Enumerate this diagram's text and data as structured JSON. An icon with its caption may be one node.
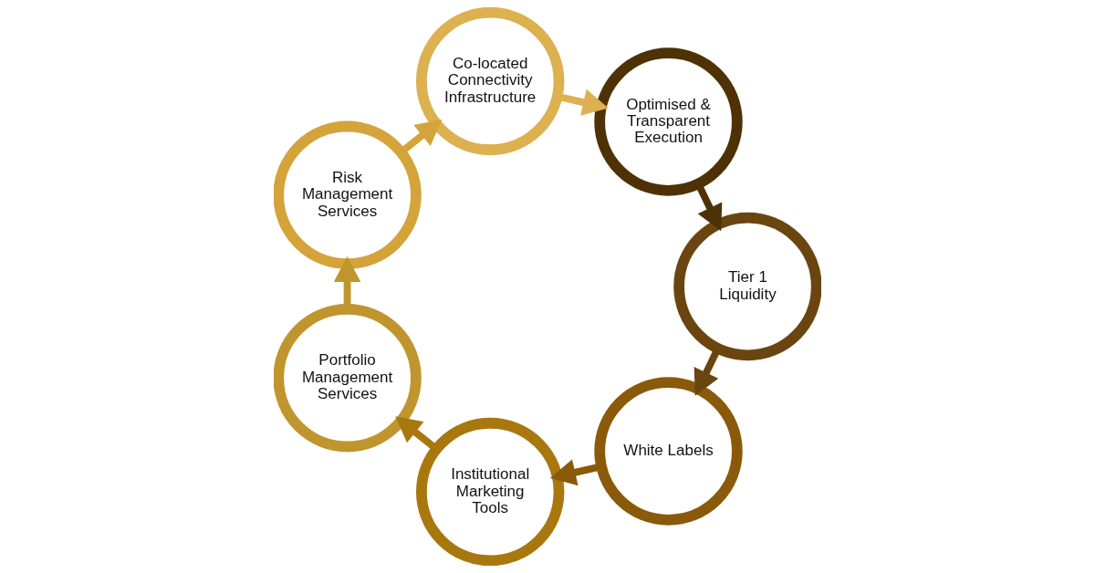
{
  "diagram": {
    "nodes": [
      {
        "text": [
          "White Labels"
        ]
      },
      {
        "text": [
          "Institutional Marketing Tools"
        ]
      },
      {
        "text": [
          "Portfolio Management Services"
        ]
      },
      {
        "text": [
          "Risk Management Services"
        ]
      },
      {
        "text": [
          "Co-located Connectivity Infrastructure"
        ]
      },
      {
        "text": [
          "Optimised & Transparent Execution"
        ]
      },
      {
        "text": [
          "Tier 1 Liquidity"
        ]
      }
    ],
    "edges": [
      {
        "from": 0,
        "to": 1,
        "arrow": "to"
      },
      {
        "from": 1,
        "to": 2,
        "arrow": "to"
      },
      {
        "from": 2,
        "to": 3,
        "arrow": "to"
      },
      {
        "from": 3,
        "to": 4,
        "arrow": "to"
      },
      {
        "from": 4,
        "to": 5,
        "arrow": "to"
      },
      {
        "from": 5,
        "to": 6,
        "arrow": "to"
      },
      {
        "from": 6,
        "to": 0,
        "arrow": "to"
      }
    ]
  }
}
